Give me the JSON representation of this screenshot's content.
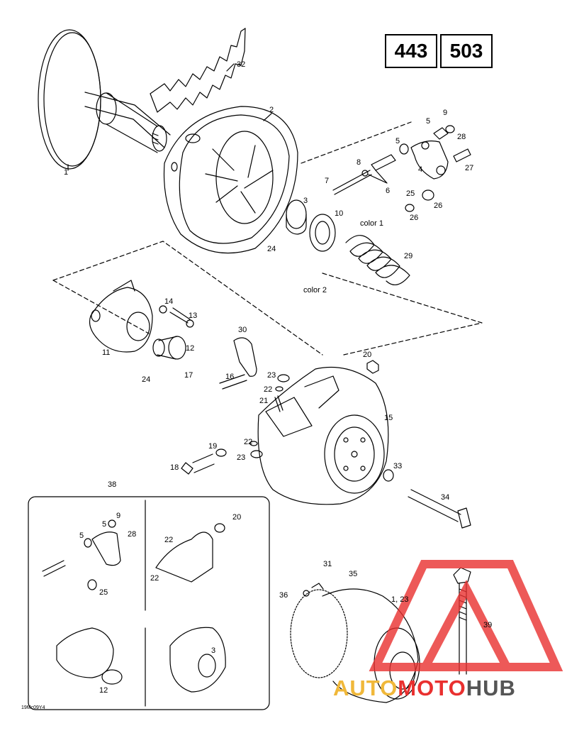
{
  "model_codes": [
    "443",
    "503"
  ],
  "drawing_ref": "19Mc09Y4",
  "watermark": {
    "part1": "AUTO",
    "part2": "MOTO",
    "part3": "HUB"
  },
  "colors": {
    "line": "#000000",
    "watermark_red": "#e9302f",
    "watermark_yellow": "#f0b83a",
    "watermark_gray": "#555555"
  },
  "callouts": [
    {
      "id": "c1",
      "text": "1"
    },
    {
      "id": "c32",
      "text": "32"
    },
    {
      "id": "c2",
      "text": "2"
    },
    {
      "id": "c9a",
      "text": "9"
    },
    {
      "id": "c5a",
      "text": "5"
    },
    {
      "id": "c28a",
      "text": "28"
    },
    {
      "id": "c5b",
      "text": "5"
    },
    {
      "id": "c8",
      "text": "8"
    },
    {
      "id": "c4",
      "text": "4"
    },
    {
      "id": "c27",
      "text": "27"
    },
    {
      "id": "c7",
      "text": "7"
    },
    {
      "id": "c6",
      "text": "6"
    },
    {
      "id": "c25a",
      "text": "25"
    },
    {
      "id": "c26a",
      "text": "26"
    },
    {
      "id": "c26b",
      "text": "26"
    },
    {
      "id": "c3a",
      "text": "3"
    },
    {
      "id": "c10",
      "text": "10"
    },
    {
      "id": "ccol1",
      "text": "color 1"
    },
    {
      "id": "c29",
      "text": "29"
    },
    {
      "id": "c24a",
      "text": "24"
    },
    {
      "id": "ccol2",
      "text": "color 2"
    },
    {
      "id": "c14",
      "text": "14"
    },
    {
      "id": "c13",
      "text": "13"
    },
    {
      "id": "c11",
      "text": "11"
    },
    {
      "id": "c12a",
      "text": "12"
    },
    {
      "id": "c30",
      "text": "30"
    },
    {
      "id": "c20a",
      "text": "20"
    },
    {
      "id": "c24b",
      "text": "24"
    },
    {
      "id": "c17",
      "text": "17"
    },
    {
      "id": "c16",
      "text": "16"
    },
    {
      "id": "c23a",
      "text": "23"
    },
    {
      "id": "c22a",
      "text": "22"
    },
    {
      "id": "c21",
      "text": "21"
    },
    {
      "id": "c15",
      "text": "15"
    },
    {
      "id": "c19",
      "text": "19"
    },
    {
      "id": "c22b",
      "text": "22"
    },
    {
      "id": "c18",
      "text": "18"
    },
    {
      "id": "c23b",
      "text": "23"
    },
    {
      "id": "c33",
      "text": "33"
    },
    {
      "id": "c34",
      "text": "34"
    },
    {
      "id": "c38",
      "text": "38"
    },
    {
      "id": "c5c",
      "text": "5"
    },
    {
      "id": "c9b",
      "text": "9"
    },
    {
      "id": "c5d",
      "text": "5"
    },
    {
      "id": "c28b",
      "text": "28"
    },
    {
      "id": "c20b",
      "text": "20"
    },
    {
      "id": "c22c",
      "text": "22"
    },
    {
      "id": "c22d",
      "text": "22"
    },
    {
      "id": "c25b",
      "text": "25"
    },
    {
      "id": "c31",
      "text": "31"
    },
    {
      "id": "c35",
      "text": "35"
    },
    {
      "id": "c36",
      "text": "36"
    },
    {
      "id": "c1_23",
      "text": "1, 23"
    },
    {
      "id": "c39",
      "text": "39"
    },
    {
      "id": "c3b",
      "text": "3"
    },
    {
      "id": "c12b",
      "text": "12"
    }
  ]
}
